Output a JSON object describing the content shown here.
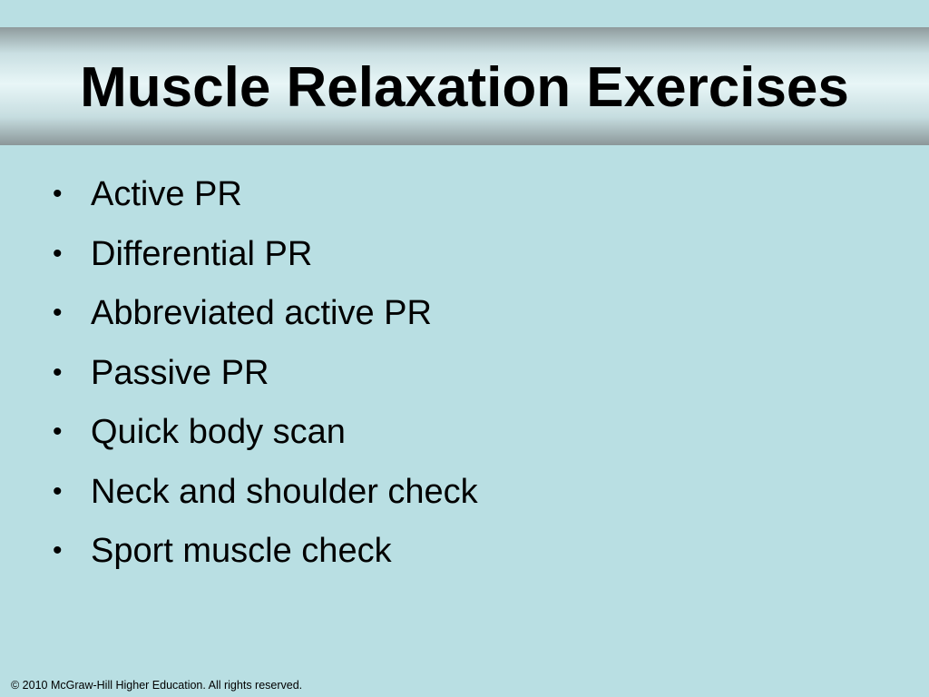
{
  "slide": {
    "title": "Muscle Relaxation Exercises",
    "bullet_glyph": "•",
    "bullets": [
      "Active PR",
      "Differential PR",
      "Abbreviated active PR",
      "Passive PR",
      "Quick body scan",
      "Neck and shoulder check",
      "Sport muscle check"
    ],
    "footer": "© 2010 McGraw-Hill Higher Education. All rights reserved."
  },
  "colors": {
    "background": "#b9dfe3",
    "title_band": "#e8f6f7",
    "text": "#000000"
  }
}
